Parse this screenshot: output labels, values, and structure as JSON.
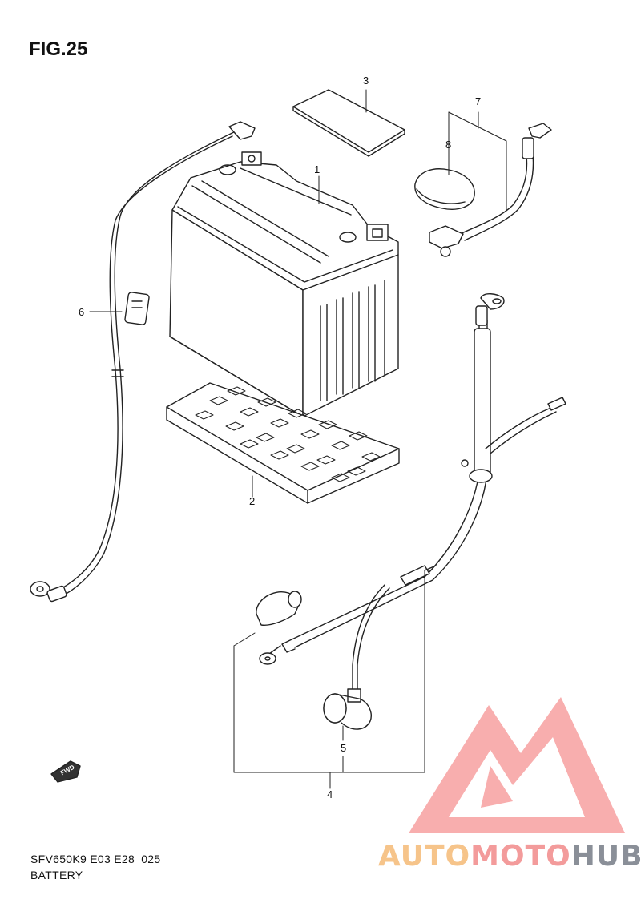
{
  "figure": {
    "title": "FIG.25"
  },
  "callouts": [
    {
      "id": "1",
      "text": "1"
    },
    {
      "id": "2",
      "text": "2"
    },
    {
      "id": "3",
      "text": "3"
    },
    {
      "id": "4",
      "text": "4"
    },
    {
      "id": "5",
      "text": "5"
    },
    {
      "id": "6",
      "text": "6"
    },
    {
      "id": "7",
      "text": "7"
    },
    {
      "id": "8",
      "text": "8"
    }
  ],
  "fwd_label": "FWD",
  "footer": {
    "code": "SFV650K9 E03 E28_025",
    "name": "BATTERY"
  },
  "watermark": {
    "part1": "AUTO",
    "part2": "MOTO",
    "part3": "HUB",
    "colors": {
      "orange": "#f6c48a",
      "red": "#f39b9b",
      "gray": "#8a8f98"
    }
  }
}
